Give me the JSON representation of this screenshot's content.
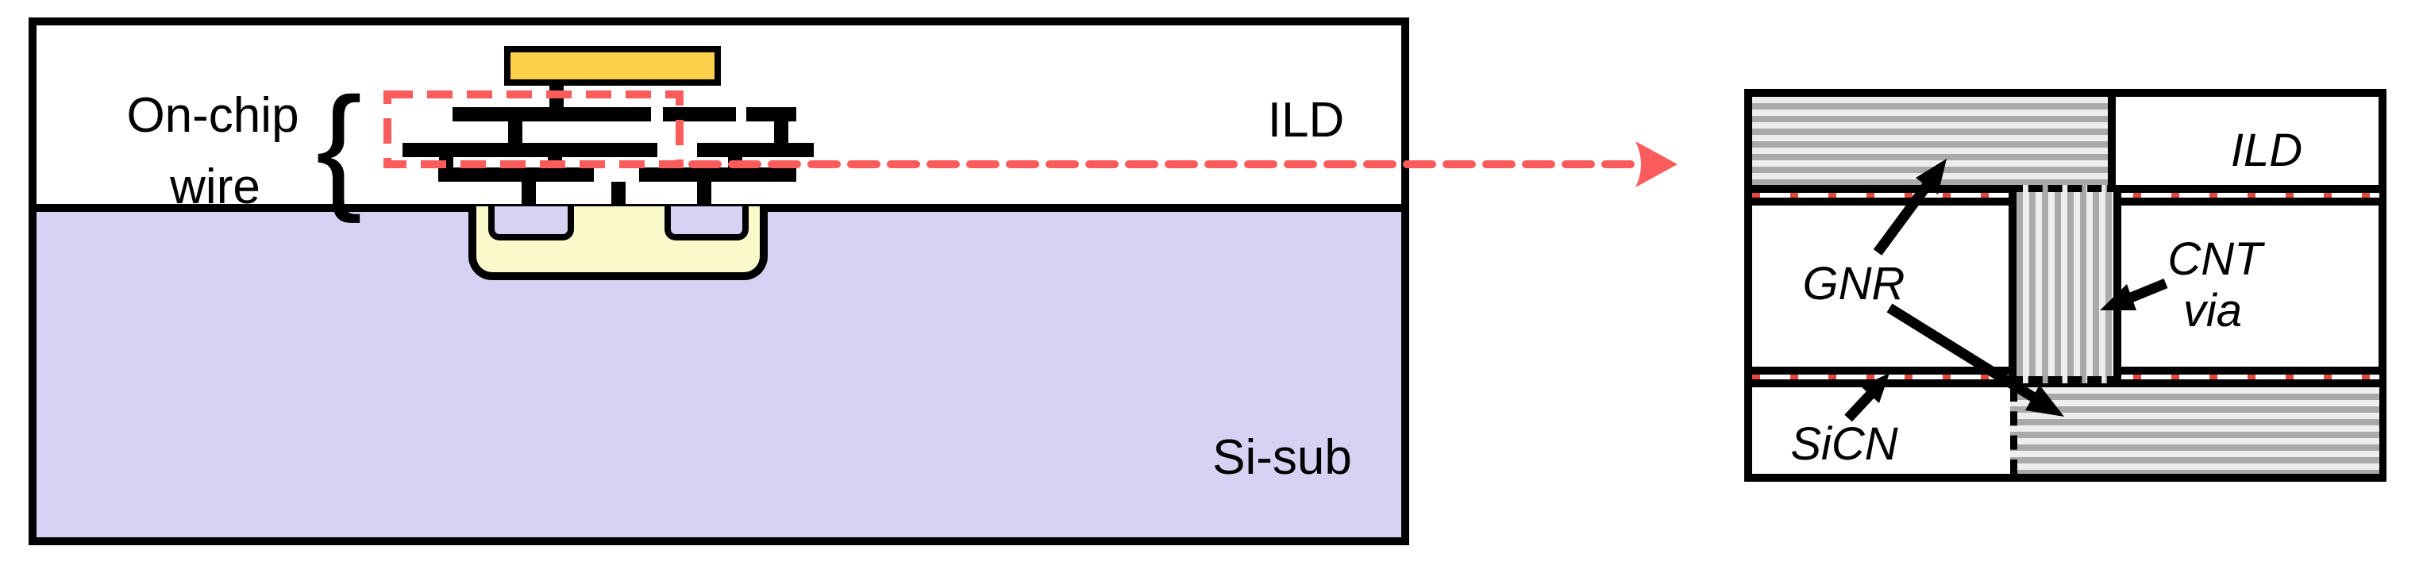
{
  "left_diagram": {
    "on_chip_label_line1": "On-chip",
    "on_chip_label_line2": "wire",
    "brace_glyph": "{",
    "ild_label": "ILD",
    "si_sub_label": "Si-sub"
  },
  "right_diagram": {
    "ild_label": "ILD",
    "gnr_label": "GNR",
    "cnt_label_line1": "CNT",
    "cnt_label_line2": "via",
    "sicn_label": "SiCN"
  },
  "colors": {
    "accent_red": "#FA5C5C",
    "band_dash_red": "#E2483D",
    "substrate_purple": "#D6D2F4",
    "gate_yellow": "#FDD14C",
    "well_yellow": "#FBFACB",
    "stripe_gray": "#A9A9A9",
    "stripe_light": "#EDEDED",
    "outline_black": "#000000"
  }
}
